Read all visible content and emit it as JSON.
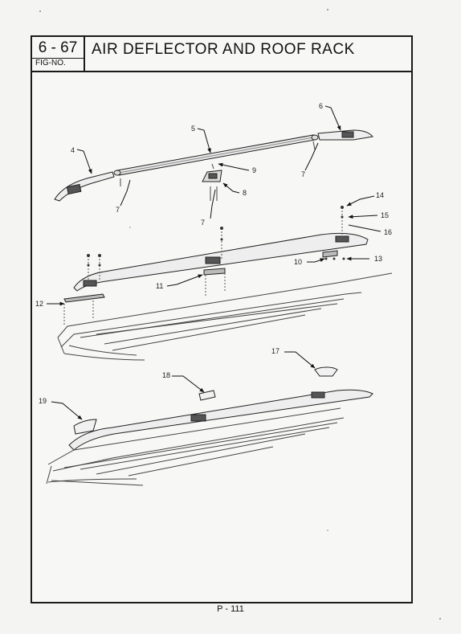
{
  "header": {
    "fig_number": "6 - 67",
    "fig_label": "FIG-NO.",
    "title": "AIR DEFLECTOR AND ROOF RACK"
  },
  "callouts": {
    "c4": "4",
    "c5": "5",
    "c6": "6",
    "c7a": "7",
    "c7b": "7",
    "c7c": "7",
    "c8": "8",
    "c9": "9",
    "c10": "10",
    "c11": "11",
    "c12": "12",
    "c13": "13",
    "c14": "14",
    "c15": "15",
    "c16": "16",
    "c17": "17",
    "c18": "18",
    "c19": "19"
  },
  "footer": {
    "page_number": "P - 111"
  }
}
